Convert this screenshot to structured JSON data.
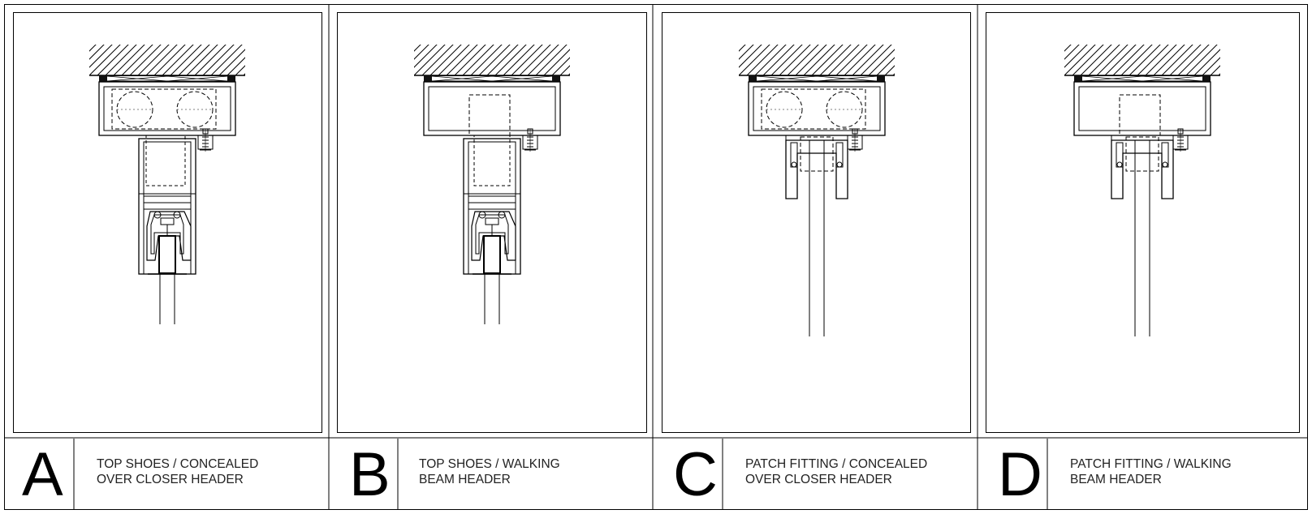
{
  "panels": [
    {
      "letter": "A",
      "caption": [
        "TOP SHOES  / CONCEALED",
        "OVER CLOSER HEADER"
      ]
    },
    {
      "letter": "B",
      "caption": [
        " TOP SHOES / WALKING",
        "BEAM HEADER"
      ]
    },
    {
      "letter": "C",
      "caption": [
        "PATCH FITTING / CONCEALED",
        "OVER CLOSER HEADER"
      ]
    },
    {
      "letter": "D",
      "caption": [
        "PATCH FITTING / WALKING",
        "BEAM HEADER"
      ]
    }
  ]
}
